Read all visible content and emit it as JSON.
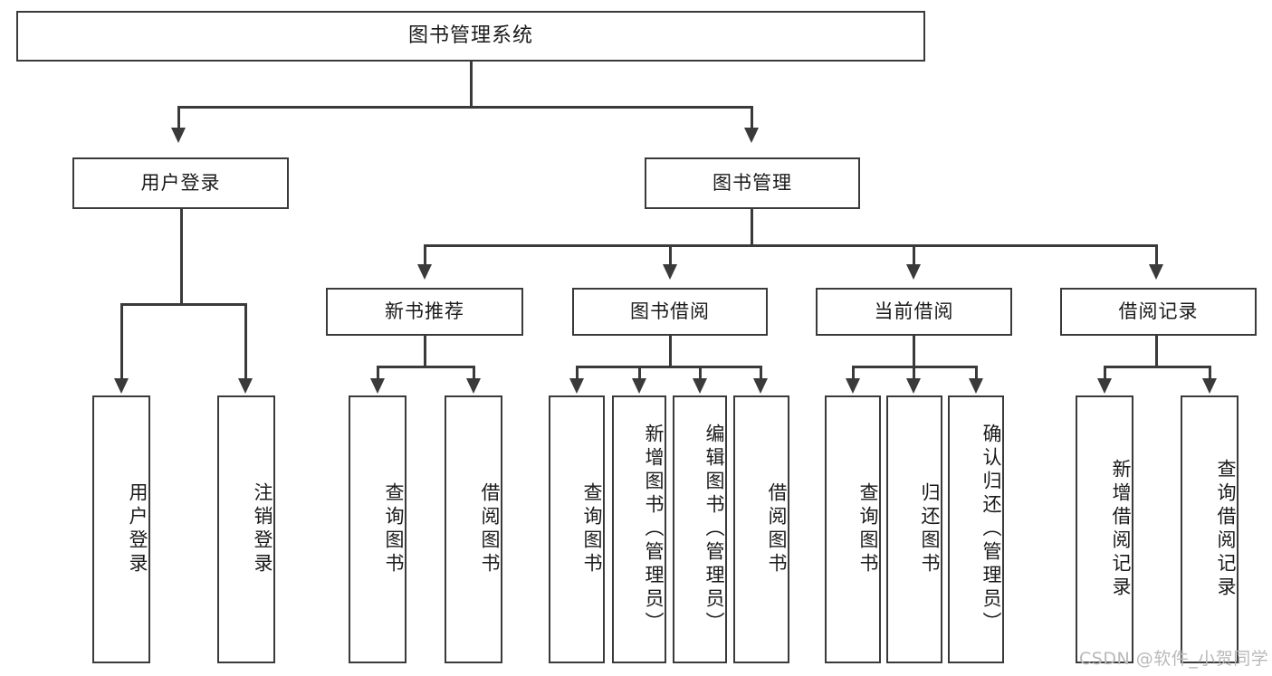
{
  "diagram": {
    "title": "图书管理系统",
    "type": "tree",
    "root": {
      "label": "图书管理系统"
    },
    "level1": [
      {
        "label": "用户登录"
      },
      {
        "label": "图书管理"
      }
    ],
    "level2": [
      {
        "label": "新书推荐"
      },
      {
        "label": "图书借阅"
      },
      {
        "label": "当前借阅"
      },
      {
        "label": "借阅记录"
      }
    ],
    "leaves": {
      "user_login": [
        {
          "label": "用户登录"
        },
        {
          "label": "注销登录"
        }
      ],
      "new_book_recommend": [
        {
          "label": "查询图书"
        },
        {
          "label": "借阅图书"
        }
      ],
      "book_borrow": [
        {
          "label": "查询图书"
        },
        {
          "label": "新增图书（管理员）"
        },
        {
          "label": "编辑图书（管理员）"
        },
        {
          "label": "借阅图书"
        }
      ],
      "current_borrow": [
        {
          "label": "查询图书"
        },
        {
          "label": "归还图书"
        },
        {
          "label": "确认归还（管理员）"
        }
      ],
      "borrow_record": [
        {
          "label": "新增借阅记录"
        },
        {
          "label": "查询借阅记录"
        }
      ]
    }
  },
  "watermark": {
    "text": "CSDN @软件_小贺同学"
  },
  "colors": {
    "stroke": "#3a3a3a",
    "background": "#ffffff",
    "text": "#1a1a1a",
    "watermark": "#b9b9b9"
  }
}
